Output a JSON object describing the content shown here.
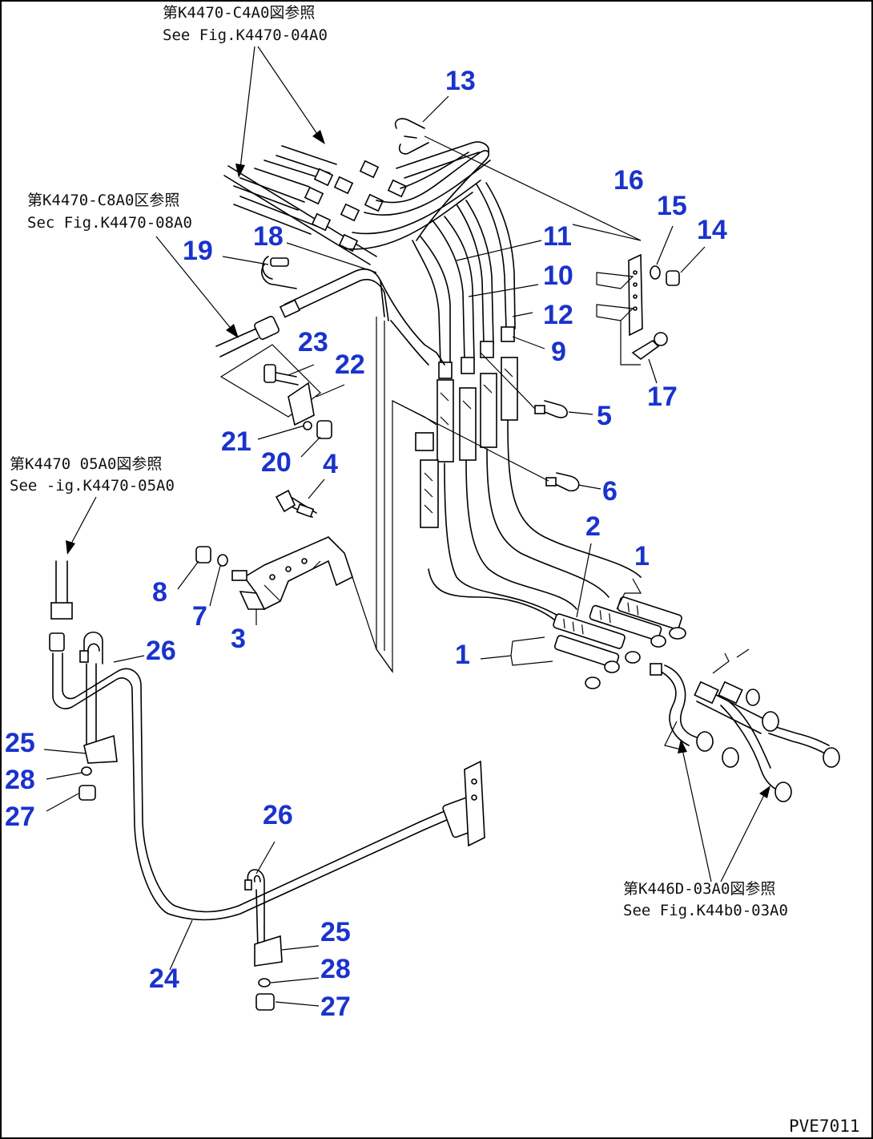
{
  "references": {
    "top_jp": "第K4470-C4A0図参照",
    "top_en": "See Fig.K4470-04A0",
    "upper_left_jp": "第K4470-C8A0区参照",
    "upper_left_en": "Sec Fig.K4470-08A0",
    "left_jp": "第K4470 05A0図参照",
    "left_en": "See -ig.K4470-05A0",
    "bottom_right_jp": "第K446D-03A0図参照",
    "bottom_right_en": "See Fig.K44b0-03A0"
  },
  "labels": {
    "n1a": "1",
    "n1b": "1",
    "n2": "2",
    "n3": "3",
    "n4": "4",
    "n5": "5",
    "n6": "6",
    "n7": "7",
    "n8": "8",
    "n9": "9",
    "n10": "10",
    "n11": "11",
    "n12": "12",
    "n13": "13",
    "n14": "14",
    "n15": "15",
    "n16": "16",
    "n17": "17",
    "n18": "18",
    "n19": "19",
    "n20": "20",
    "n21": "21",
    "n22": "22",
    "n23": "23",
    "n24": "24",
    "n25a": "25",
    "n25b": "25",
    "n26a": "26",
    "n26b": "26",
    "n27a": "27",
    "n27b": "27",
    "n28a": "28",
    "n28b": "28"
  },
  "figure_code": "PVE7011",
  "colors": {
    "label": "#1a33cc",
    "line": "#000000",
    "background": "#ffffff"
  }
}
